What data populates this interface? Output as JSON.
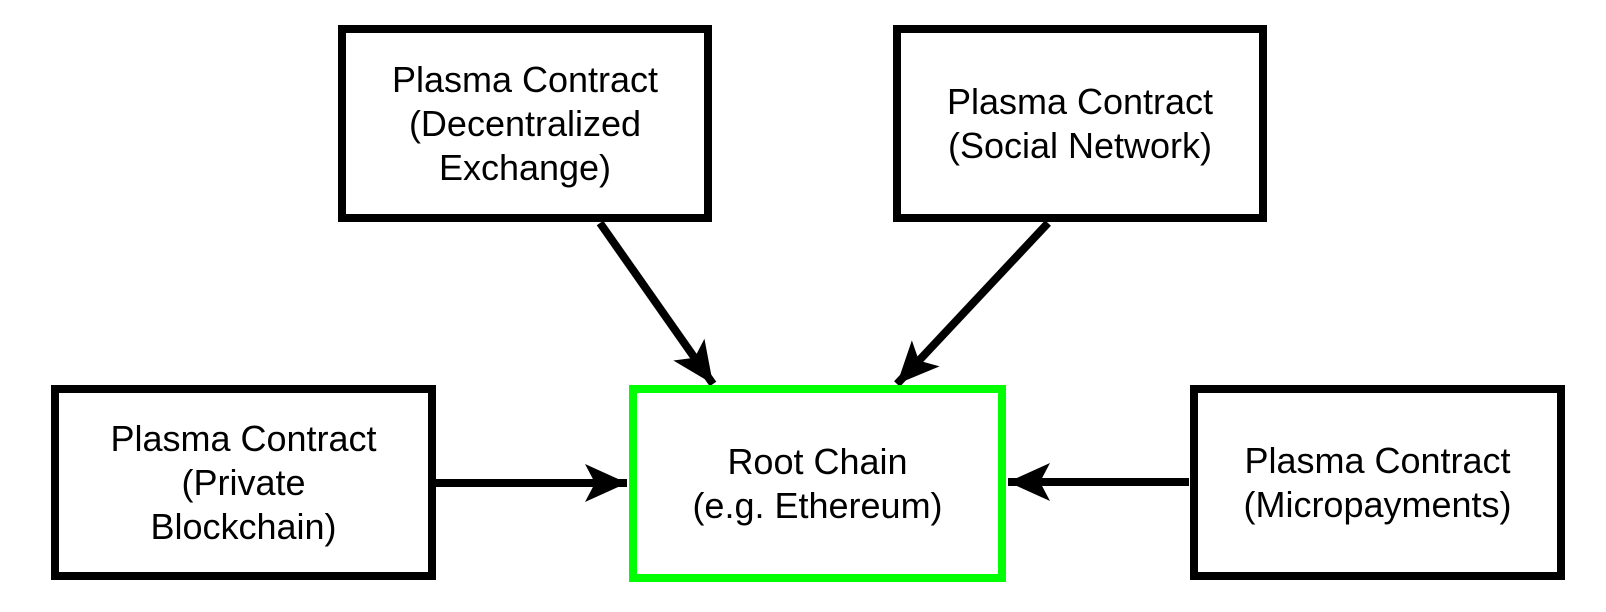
{
  "diagram": {
    "type": "flowchart",
    "background_color": "#ffffff",
    "colors": {
      "node_border": "#000000",
      "root_node_border": "#00ff00",
      "text": "#000000",
      "arrow": "#000000"
    },
    "nodes": {
      "dex": {
        "id": "plasma-contract-decentralized-exchange",
        "label": "Plasma Contract\n(Decentralized\nExchange)"
      },
      "social": {
        "id": "plasma-contract-social-network",
        "label": "Plasma Contract\n(Social Network)"
      },
      "private": {
        "id": "plasma-contract-private-blockchain",
        "label": "Plasma Contract\n(Private\nBlockchain)"
      },
      "micro": {
        "id": "plasma-contract-micropayments",
        "label": "Plasma Contract\n(Micropayments)"
      },
      "root": {
        "id": "root-chain",
        "label": "Root Chain\n(e.g. Ethereum)"
      }
    },
    "edges": [
      {
        "from": "plasma-contract-decentralized-exchange",
        "to": "root-chain",
        "style": "arrow"
      },
      {
        "from": "plasma-contract-social-network",
        "to": "root-chain",
        "style": "arrow"
      },
      {
        "from": "plasma-contract-private-blockchain",
        "to": "root-chain",
        "style": "arrow"
      },
      {
        "from": "plasma-contract-micropayments",
        "to": "root-chain",
        "style": "arrow"
      }
    ]
  }
}
